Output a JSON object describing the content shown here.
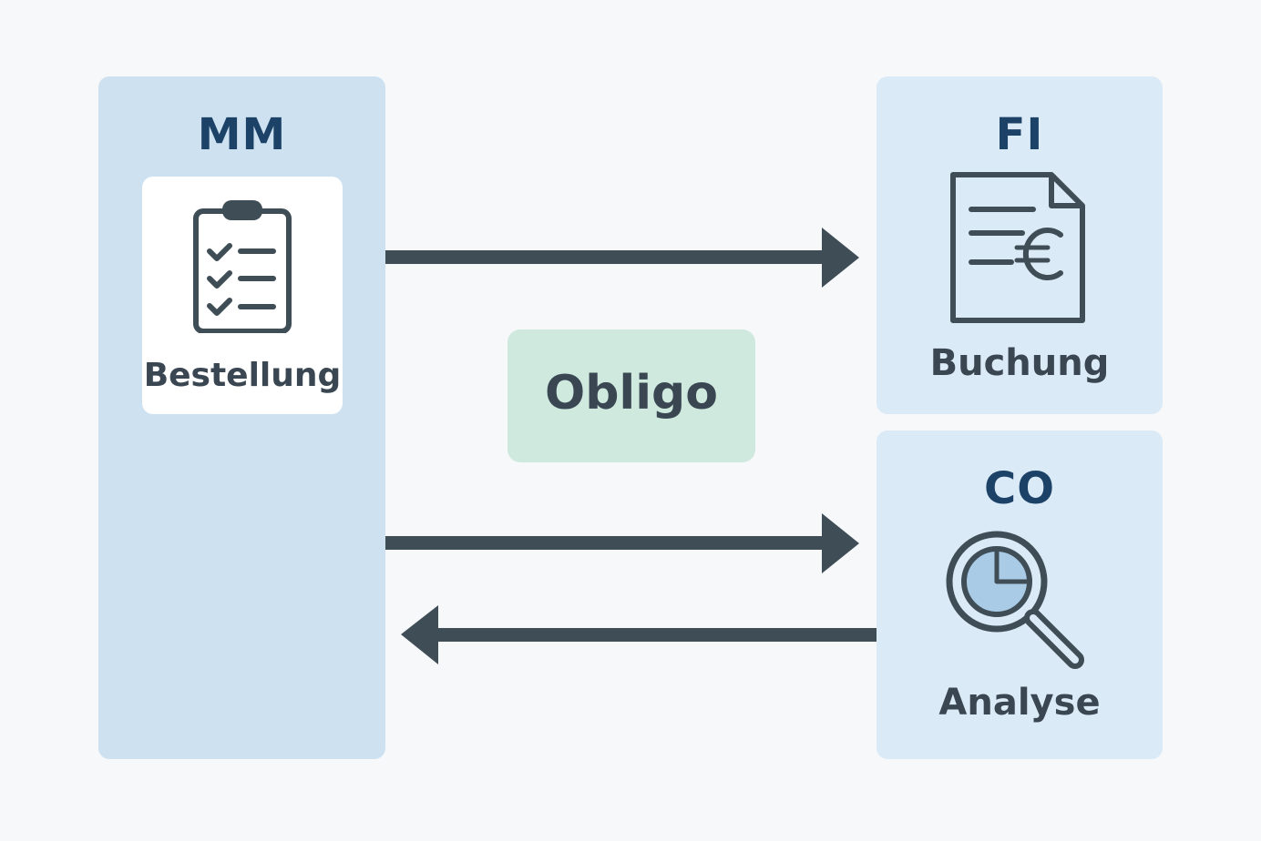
{
  "modules": {
    "mm": {
      "title": "MM",
      "item_label": "Bestellung",
      "icon": "clipboard-checklist-icon"
    },
    "fi": {
      "title": "FI",
      "item_label": "Buchung",
      "icon": "euro-document-icon"
    },
    "co": {
      "title": "CO",
      "item_label": "Analyse",
      "icon": "magnifier-pie-chart-icon"
    }
  },
  "center": {
    "label": "Obligo"
  },
  "arrows": [
    {
      "from": "MM",
      "to": "FI"
    },
    {
      "from": "MM",
      "to": "CO"
    },
    {
      "from": "CO",
      "to": "MM"
    }
  ],
  "colors": {
    "mm_panel": "#cde1f1",
    "fi_co_panel": "#dbeaf7",
    "obligo_box": "#cfe9df",
    "title_text": "#1d4268",
    "body_text": "#3a4752",
    "arrow": "#3f4d57",
    "pie_fill": "#a9cbe6"
  }
}
